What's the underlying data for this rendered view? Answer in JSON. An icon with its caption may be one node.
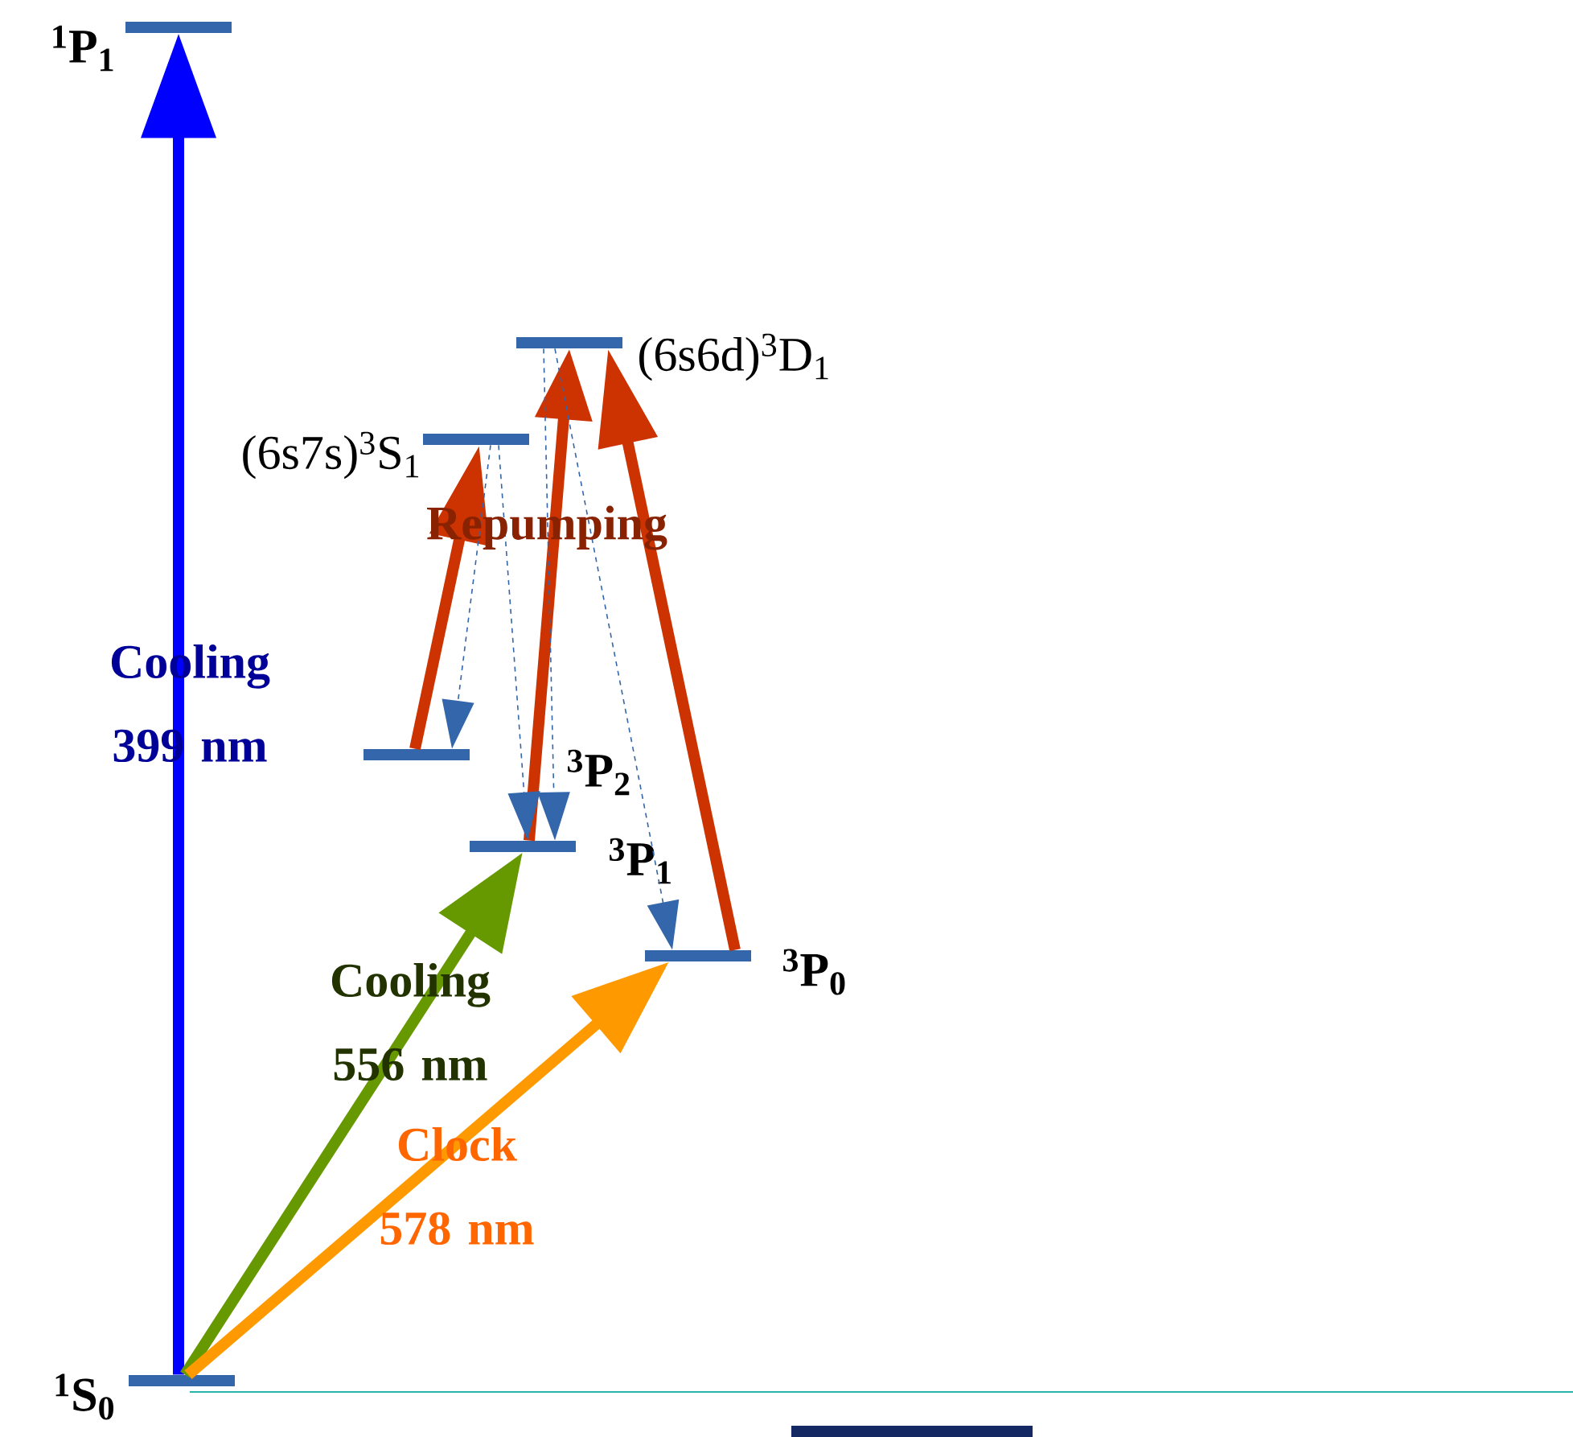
{
  "diagram": {
    "nodes": [
      {
        "text": [
          "$^{1}$P$_{1}$"
        ]
      },
      {
        "text": [
          "(6s6d)$^{3}$D$_{1}$"
        ]
      },
      {
        "text": [
          "(6s7s)$^{3}$S$_{1}$"
        ]
      },
      {
        "text": [
          "$^{3}$P$_{2}$"
        ]
      },
      {
        "text": [
          "$^{3}$P$_{1}$"
        ]
      },
      {
        "text": [
          "$^{3}$P$_{0}$"
        ]
      },
      {
        "text": [
          "$^{1}$S$_{0}$"
        ]
      }
    ],
    "edges": [
      {
        "from": 6,
        "to": 0,
        "arrow": "to",
        "label": "Cooling 399 nm",
        "color": "#0000ff"
      },
      {
        "from": 6,
        "to": 4,
        "arrow": "to",
        "label": "Cooling 556 nm",
        "color": "#669900"
      },
      {
        "from": 6,
        "to": 5,
        "arrow": "to",
        "label": "Clock 578 nm",
        "color": "#ff9900"
      },
      {
        "from": 3,
        "to": 2,
        "arrow": "to",
        "color": "#cc3300"
      },
      {
        "from": 4,
        "to": 1,
        "arrow": "to",
        "color": "#cc3300"
      },
      {
        "from": 5,
        "to": 1,
        "arrow": "to",
        "color": "#cc3300"
      },
      {
        "from": 2,
        "to": 3,
        "arrow": "to",
        "style": "dashed",
        "color": "#3366aa"
      },
      {
        "from": 2,
        "to": 4,
        "arrow": "to",
        "style": "dashed",
        "color": "#3366aa"
      },
      {
        "from": 1,
        "to": 4,
        "arrow": "to",
        "style": "dashed",
        "color": "#3366aa"
      },
      {
        "from": 1,
        "to": 5,
        "arrow": "to",
        "style": "dashed",
        "color": "#3366aa"
      }
    ],
    "labels": [
      "Repumping"
    ]
  }
}
